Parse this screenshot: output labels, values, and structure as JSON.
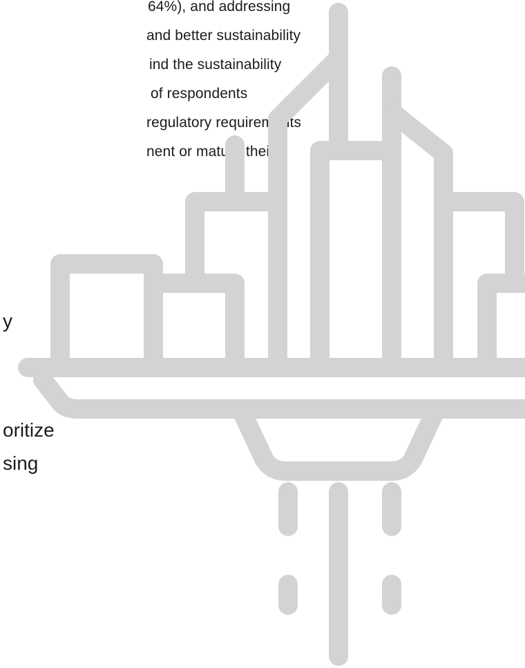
{
  "paragraph": {
    "lines": [
      "64%), and addressing",
      "and better sustainability",
      "ind the sustainability",
      "of respondents",
      "regulatory requirements",
      "nent or mature their"
    ]
  },
  "callout": {
    "lines": [
      "y",
      "oritize",
      "sing"
    ]
  },
  "illustration": {
    "icon": "city-skyline-rocket-icon",
    "stroke_color": "#d3d3d3"
  }
}
